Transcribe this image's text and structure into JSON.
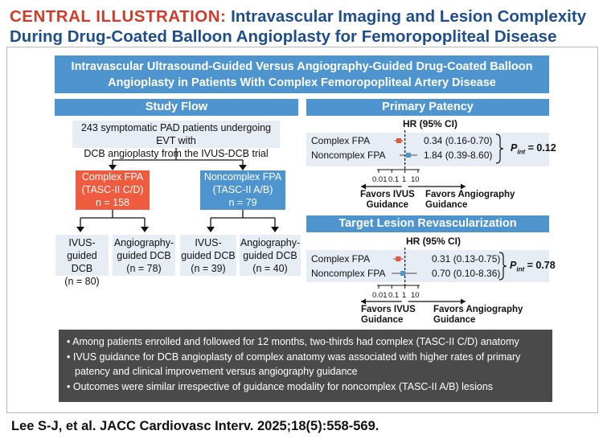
{
  "title": {
    "label": "CENTRAL ILLUSTRATION:",
    "line1": "Intravascular Imaging and Lesion Complexity",
    "line2": "During Drug-Coated Balloon Angioplasty for Femoropopliteal Disease"
  },
  "header": {
    "line1": "Intravascular Ultrasound-Guided Versus Angiography-Guided Drug-Coated Balloon",
    "line2": "Angioplasty in Patients With Complex Femoropopliteal Artery Disease"
  },
  "study_flow": {
    "heading": "Study Flow",
    "top_line1": "243 symptomatic PAD patients undergoing EVT with",
    "top_line2": "DCB angioplasty from the IVUS-DCB trial",
    "complex": {
      "line1": "Complex FPA",
      "line2": "(TASC-II C/D)",
      "line3": "n = 158"
    },
    "noncomplex": {
      "line1": "Noncomplex FPA",
      "line2": "(TASC-II A/B)",
      "line3": "n = 79"
    },
    "arms": [
      {
        "line1": "IVUS-",
        "line2": "guided DCB",
        "line3": "(n = 80)"
      },
      {
        "line1": "Angiography-",
        "line2": "guided DCB",
        "line3": "(n = 78)"
      },
      {
        "line1": "IVUS-",
        "line2": "guided DCB",
        "line3": "(n = 39)"
      },
      {
        "line1": "Angiography-",
        "line2": "guided DCB",
        "line3": "(n = 40)"
      }
    ]
  },
  "primary_patency": {
    "heading": "Primary Patency",
    "hr_label": "HR (95% CI)",
    "rows": [
      {
        "label": "Complex FPA",
        "ci_text": "0.34 (0.16-0.70)",
        "hr": 0.34,
        "lo": 0.16,
        "hi": 0.7,
        "color": "#e8533a"
      },
      {
        "label": "Noncomplex FPA",
        "ci_text": "1.84 (0.39-8.60)",
        "hr": 1.84,
        "lo": 0.39,
        "hi": 8.6,
        "color": "#4e94cf"
      }
    ],
    "p_label": "P",
    "p_sub": "int",
    "p_value": "= 0.12",
    "ticks": [
      "0.01",
      "0.1",
      "1",
      "10"
    ],
    "favors_left_1": "Favors IVUS",
    "favors_left_2": "Guidance",
    "favors_right_1": "Favors Angiography",
    "favors_right_2": "Guidance"
  },
  "tlr": {
    "heading": "Target Lesion Revascularization",
    "hr_label": "HR (95% CI)",
    "rows": [
      {
        "label": "Complex FPA",
        "ci_text": "0.31 (0.13-0.75)",
        "hr": 0.31,
        "lo": 0.13,
        "hi": 0.75,
        "color": "#e8533a"
      },
      {
        "label": "Noncomplex FPA",
        "ci_text": "0.70 (0.10-8.36)",
        "hr": 0.7,
        "lo": 0.1,
        "hi": 8.36,
        "color": "#4e94cf"
      }
    ],
    "p_label": "P",
    "p_sub": "int",
    "p_value": "= 0.78",
    "ticks": [
      "0.01",
      "0.1",
      "1",
      "10"
    ],
    "favors_left_1": "Favors IVUS",
    "favors_left_2": "Guidance",
    "favors_right_1": "Favors Angiography",
    "favors_right_2": "Guidance"
  },
  "bullets": [
    "Among patients enrolled and followed for 12 months, two-thirds had complex (TASC-II C/D) anatomy",
    "IVUS guidance for DCB angioplasty of complex anatomy was associated with higher rates of primary patency and clinical improvement versus angiography guidance",
    "Outcomes were similar irrespective of guidance modality for noncomplex (TASC-II A/B) lesions"
  ],
  "citation": "Lee S-J, et al. JACC Cardiovasc Interv. 2025;18(5):558-569."
}
